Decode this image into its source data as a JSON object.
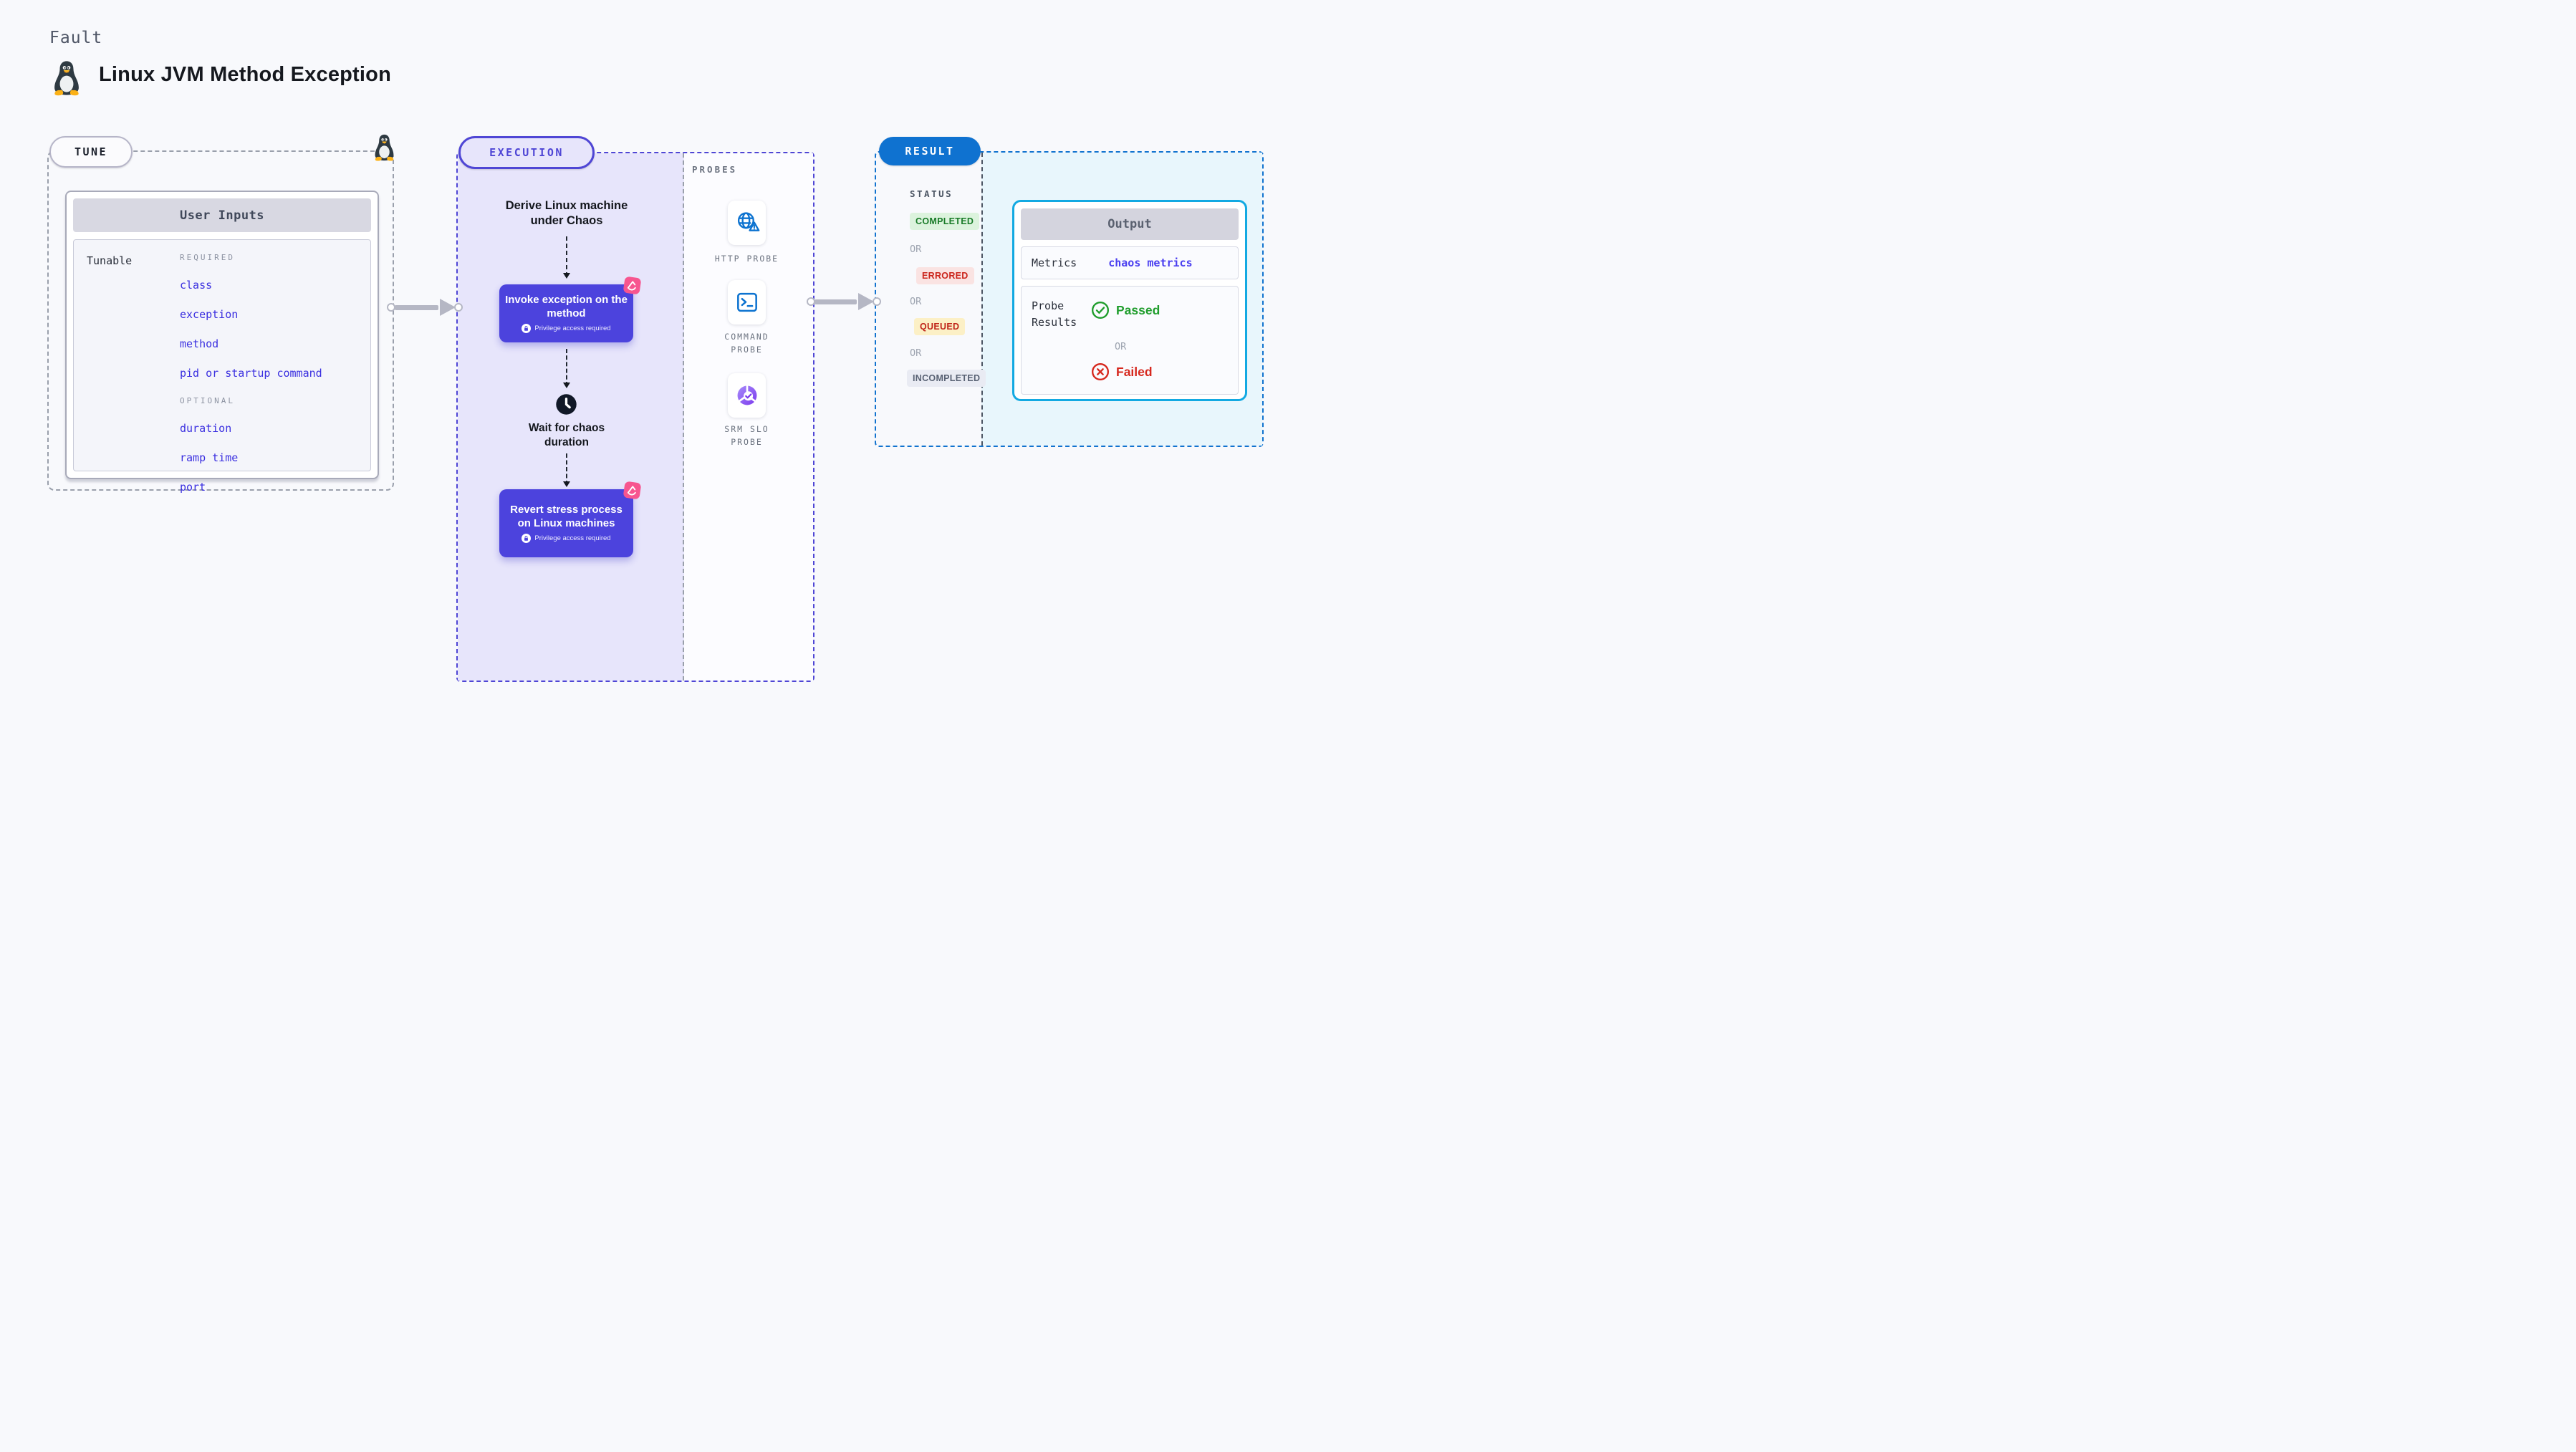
{
  "colors": {
    "page_bg": "#f8f9fc",
    "gray_dash": "#9aa0ac",
    "indigo": "#4f46d5",
    "lavender": "#e7e5fb",
    "purple_button": "#4c43dd",
    "pink": "#f7558f",
    "result_blue": "#0f72d0",
    "result_dash": "#1173cf",
    "cyan_bg": "#e8f6fc",
    "cyan_border": "#12a9e2",
    "link_indigo": "#3a2fe0",
    "probe_blue": "#0d73d0",
    "green": "#1f9d2c",
    "red": "#d6281e",
    "completed_bg": "#dcf3dd",
    "completed_text": "#197b28",
    "errored_bg": "#fae3e2",
    "errored_text": "#cb241b",
    "queued_bg": "#fcf0c6",
    "queued_text": "#bf2318",
    "incompleted_bg": "#e9ebf3",
    "incompleted_text": "#596274"
  },
  "page": {
    "kicker": "Fault",
    "title": "Linux JVM Method Exception"
  },
  "tune": {
    "label": "TUNE",
    "card_title": "User Inputs",
    "row_label": "Tunable",
    "required_label": "REQUIRED",
    "required_items": [
      "class",
      "exception",
      "method",
      "pid or startup command"
    ],
    "optional_label": "OPTIONAL",
    "optional_items": [
      "duration",
      "ramp time",
      "port"
    ]
  },
  "execution": {
    "label": "EXECUTION",
    "step1": "Derive Linux machine under Chaos",
    "invoke": {
      "title": "Invoke exception on the method",
      "badge": "Privilege access required"
    },
    "wait": "Wait for chaos duration",
    "revert": {
      "title": "Revert stress process on Linux machines",
      "badge": "Privilege access required"
    }
  },
  "probes": {
    "label": "PROBES",
    "items": [
      {
        "label": "HTTP PROBE",
        "icon": "globe-alert-icon"
      },
      {
        "label": "COMMAND PROBE",
        "icon": "terminal-icon"
      },
      {
        "label": "SRM SLO PROBE",
        "icon": "slo-donut-icon"
      }
    ]
  },
  "result": {
    "label": "RESULT",
    "status_label": "STATUS",
    "or_label": "OR",
    "statuses": [
      "COMPLETED",
      "ERRORED",
      "QUEUED",
      "INCOMPLETED"
    ],
    "output": {
      "title": "Output",
      "metrics_label": "Metrics",
      "metrics_value": "chaos metrics",
      "probe_results_label": "Probe Results",
      "passed": "Passed",
      "or_label": "OR",
      "failed": "Failed"
    }
  }
}
